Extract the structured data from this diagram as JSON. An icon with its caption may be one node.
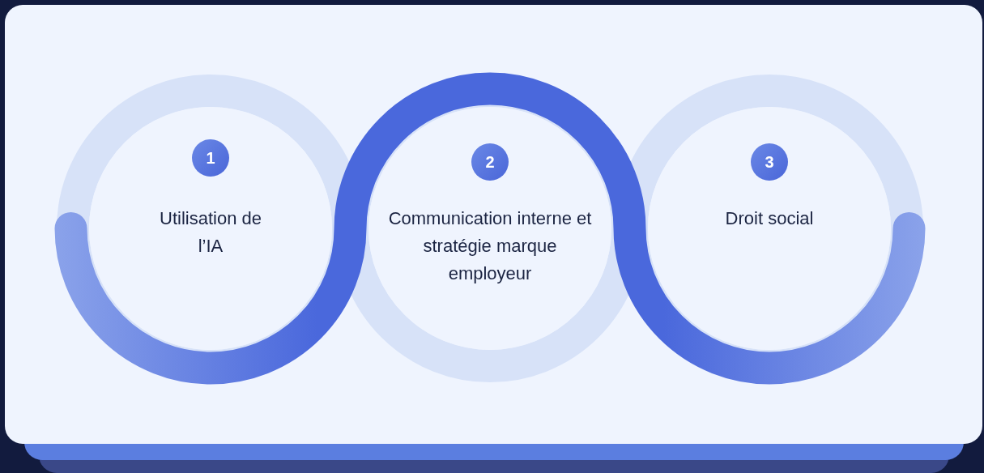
{
  "diagram": {
    "nodes": [
      {
        "text": [
          "1",
          "Utilisation de l’IA"
        ]
      },
      {
        "text": [
          "2",
          "Communication interne et stratégie marque employeur"
        ]
      },
      {
        "text": [
          "3",
          "Droit social"
        ]
      }
    ]
  }
}
